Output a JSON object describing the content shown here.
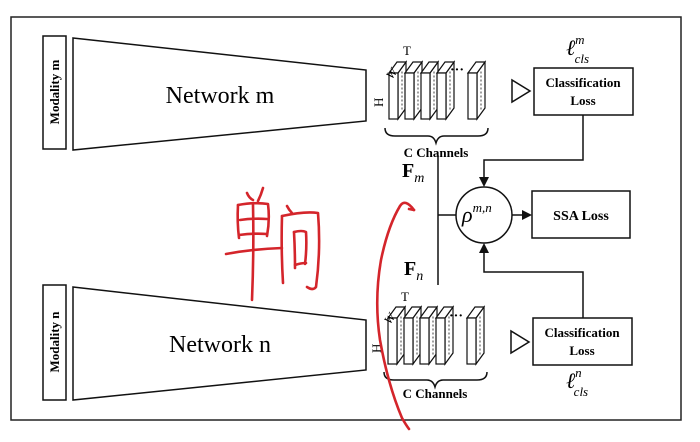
{
  "top_branch": {
    "modality": "Modality m",
    "network": "Network m",
    "dim_t": "T",
    "dim_w": "W",
    "dim_h": "H",
    "dots": "···",
    "channels": "C Channels",
    "loss": [
      "Classification",
      "Loss"
    ],
    "loss_symbol_base": "ℓ",
    "loss_symbol_sup": "m",
    "loss_symbol_sub": "cls",
    "feature_base": "F",
    "feature_sub": "m"
  },
  "bottom_branch": {
    "modality": "Modality n",
    "network": "Network n",
    "dim_t": "T",
    "dim_w": "W",
    "dim_h": "H",
    "dots": "···",
    "channels": "C Channels",
    "loss": [
      "Classification",
      "Loss"
    ],
    "loss_symbol_base": "ℓ",
    "loss_symbol_sup": "n",
    "loss_symbol_sub": "cls",
    "feature_base": "F",
    "feature_sub": "n"
  },
  "center": {
    "rho_base": "ρ",
    "rho_sup": "m,n",
    "ssa_loss": "SSA Loss"
  },
  "annotation": {
    "handwritten": "单向"
  },
  "colors": {
    "ink": "#111111",
    "handwriting": "#d4252b",
    "frame": "#222222"
  }
}
